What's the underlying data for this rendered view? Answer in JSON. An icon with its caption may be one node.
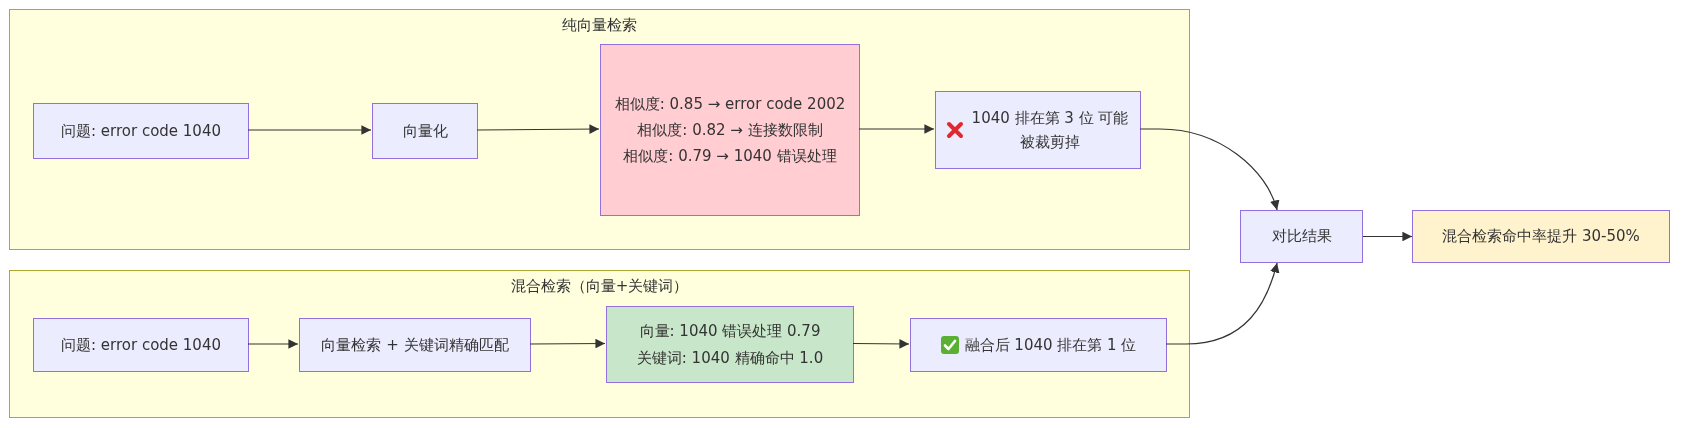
{
  "diagram": {
    "nodes": [
      {
        "text": [
          "纯向量检索"
        ]
      },
      {
        "text": [
          "问题: error code 1040"
        ],
        "in": 0
      },
      {
        "text": [
          "向量化"
        ],
        "in": 0
      },
      {
        "text": [
          "相似度: 0.85 → error code 2002",
          "相似度: 0.82 → 连接数限制",
          "相似度: 0.79 → 1040 错误处理"
        ],
        "in": 0
      },
      {
        "text": [
          "1040 排在第 3 位 可能被裁剪掉"
        ],
        "in": 0
      },
      {
        "text": [
          "混合检索（向量+关键词）"
        ]
      },
      {
        "text": [
          "问题: error code 1040"
        ],
        "in": 5
      },
      {
        "text": [
          "向量检索 + 关键词精确匹配"
        ],
        "in": 5
      },
      {
        "text": [
          "向量: 1040 错误处理 0.79",
          "关键词: 1040 精确命中 1.0"
        ],
        "in": 5
      },
      {
        "text": [
          "融合后 1040 排在第 1 位"
        ],
        "in": 5
      },
      {
        "text": [
          "对比结果"
        ]
      },
      {
        "text": [
          "混合检索命中率提升 30-50%"
        ]
      }
    ],
    "edges": [
      {
        "from": 1,
        "to": 2,
        "arrow": "to"
      },
      {
        "from": 2,
        "to": 3,
        "arrow": "to"
      },
      {
        "from": 3,
        "to": 4,
        "arrow": "to"
      },
      {
        "from": 4,
        "to": 10,
        "arrow": "to"
      },
      {
        "from": 6,
        "to": 7,
        "arrow": "to"
      },
      {
        "from": 7,
        "to": 8,
        "arrow": "to"
      },
      {
        "from": 8,
        "to": 9,
        "arrow": "to"
      },
      {
        "from": 9,
        "to": 10,
        "arrow": "to"
      },
      {
        "from": 10,
        "to": 11,
        "arrow": "to"
      }
    ]
  }
}
